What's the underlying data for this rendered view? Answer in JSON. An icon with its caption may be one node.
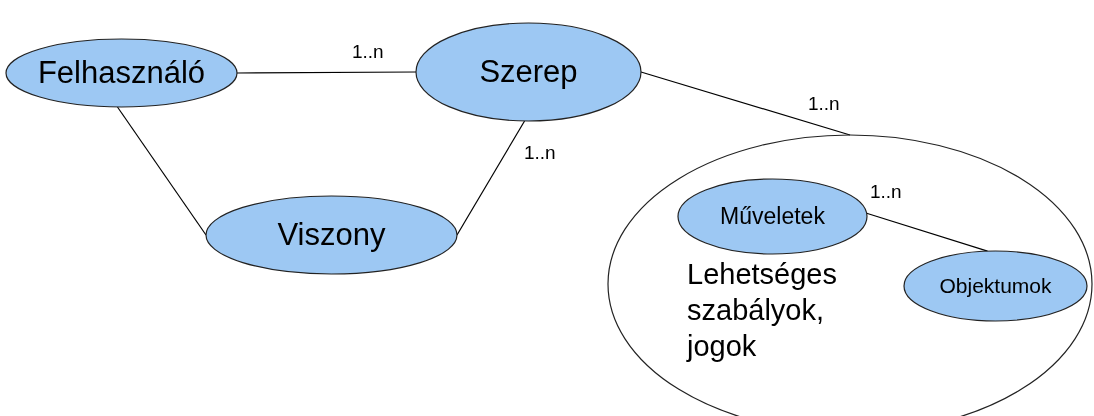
{
  "diagram": {
    "nodes": [
      {
        "text": [
          "Felhasználó"
        ]
      },
      {
        "text": [
          "Szerep"
        ]
      },
      {
        "text": [
          "Viszony"
        ]
      },
      {
        "text": [
          "Lehetséges szabályok, jogok"
        ]
      },
      {
        "text": [
          "Műveletek"
        ],
        "in": 3
      },
      {
        "text": [
          "Objektumok"
        ],
        "in": 3
      }
    ],
    "edges": [
      {
        "from": 0,
        "to": 1,
        "arrow": "none",
        "label": "1..n"
      },
      {
        "from": 1,
        "to": 3,
        "arrow": "none",
        "label": "1..n"
      },
      {
        "from": 0,
        "to": 2,
        "arrow": "none"
      },
      {
        "from": 2,
        "to": 1,
        "arrow": "none",
        "label": "1..n"
      },
      {
        "from": 4,
        "to": 5,
        "arrow": "none",
        "label": "1..n"
      }
    ]
  }
}
